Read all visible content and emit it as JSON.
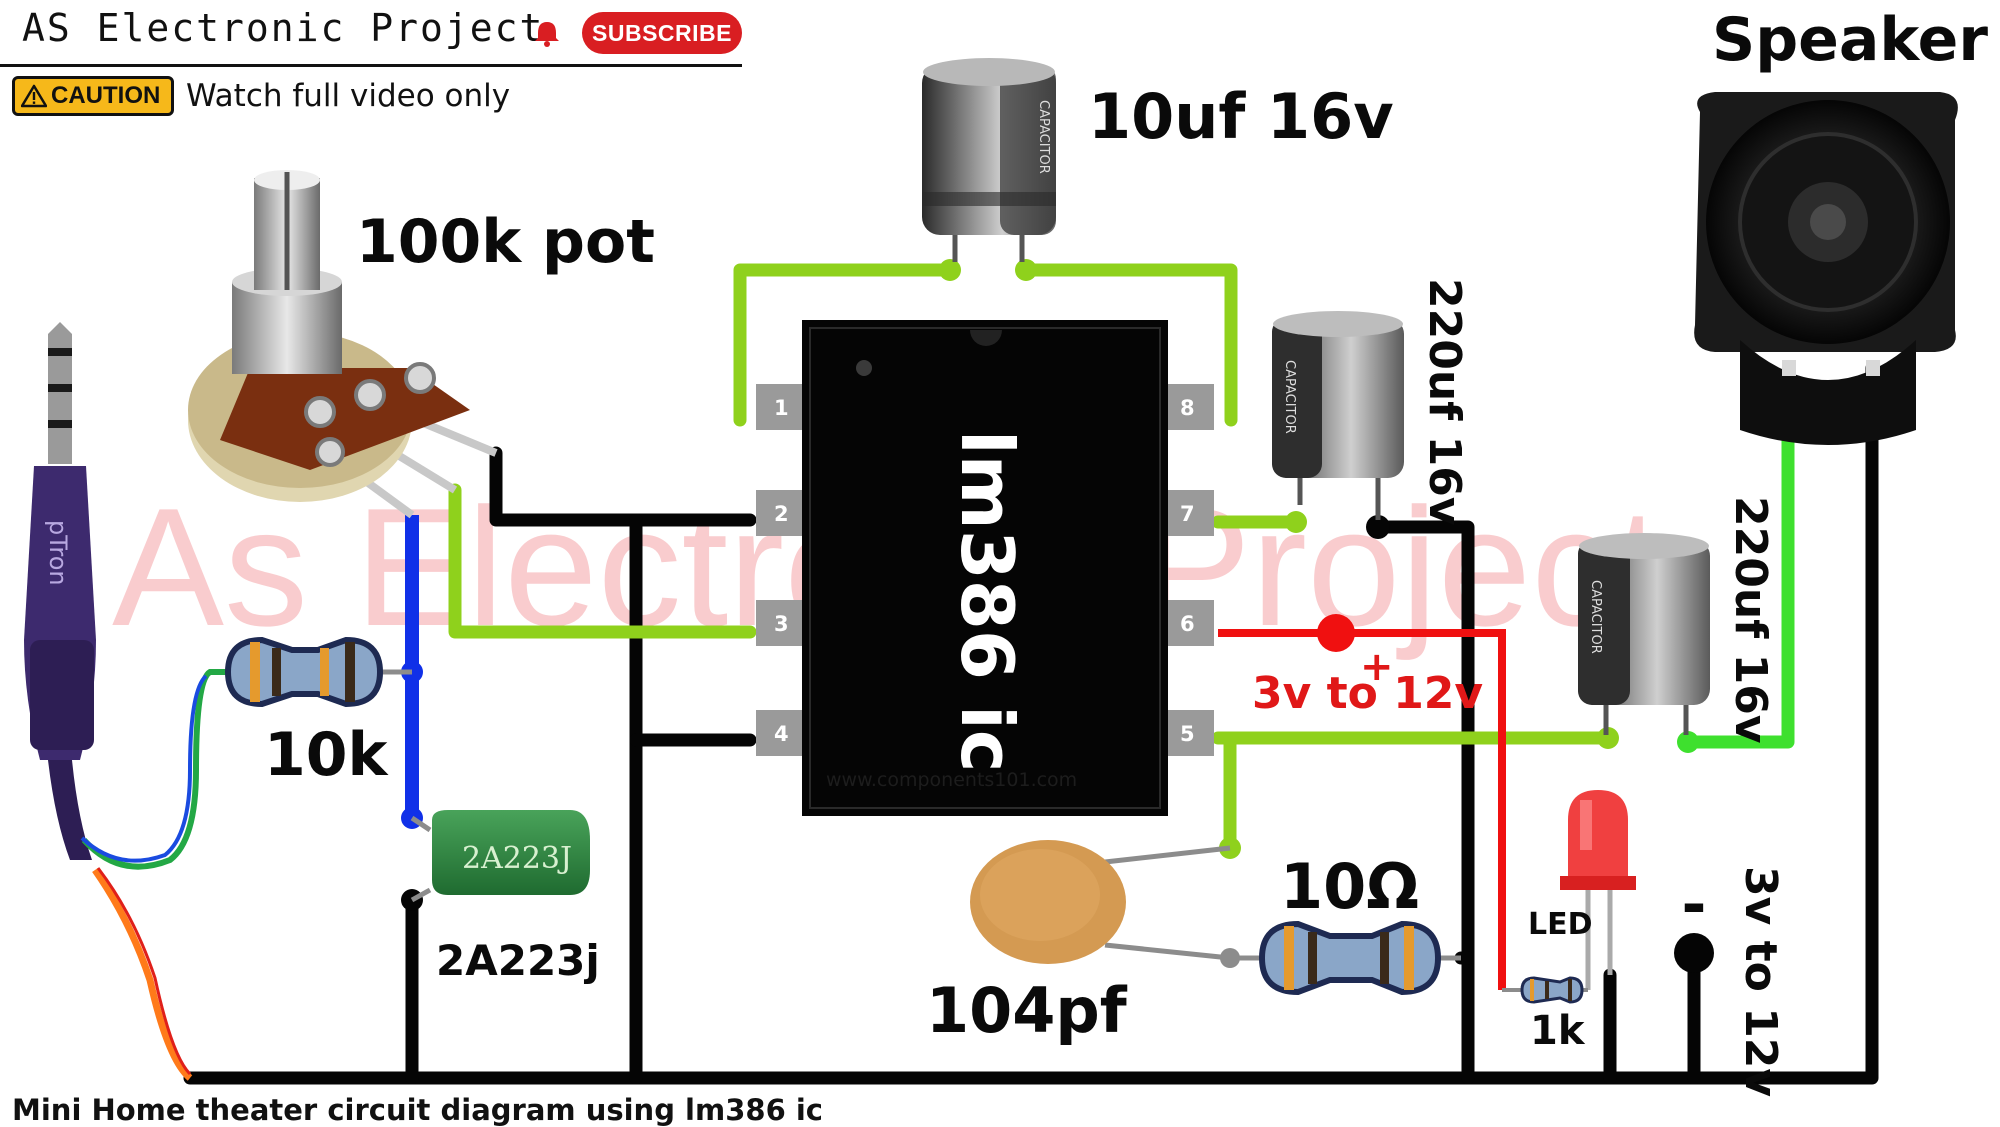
{
  "header": {
    "brand": "AS Electronic Project",
    "subscribe": "SUBSCRIBE",
    "caution_badge": "CAUTION",
    "caution_message": "Watch full video only"
  },
  "watermark": "As Electronic Project",
  "labels": {
    "pot": "100k pot",
    "cap_top": "10uf 16v",
    "speaker": "Speaker",
    "cap_220_a": "220uf 16v",
    "cap_220_b": "220uf 16v",
    "ic": "lm386 ic",
    "ic_site": "www.components101.com",
    "resistor_10k": "10k",
    "cap_film": "2A223j",
    "cap_film_print": "2A223J",
    "cap_104": "104pf",
    "resistor_10ohm": "10Ω",
    "led": "LED",
    "resistor_1k": "1k",
    "supply_red": "3v to 12v",
    "plus": "+",
    "minus": "-",
    "supply_right": "3v to 12v",
    "jack_brand": "pTron",
    "capacitor_print": "CAPACITOR"
  },
  "pins": [
    "1",
    "2",
    "3",
    "4",
    "5",
    "6",
    "7",
    "8"
  ],
  "caption": "Mini Home theater circuit diagram using lm386 ic",
  "colors": {
    "ic_body": "#050505",
    "wire_green": "#8fd11c",
    "wire_bright_green": "#3ee02e",
    "wire_black": "#050505",
    "wire_blue": "#1030e8",
    "wire_red": "#f01010",
    "subscribe": "#d91e22",
    "caution": "#f6b81a",
    "watermark": "#f4a3a6"
  }
}
